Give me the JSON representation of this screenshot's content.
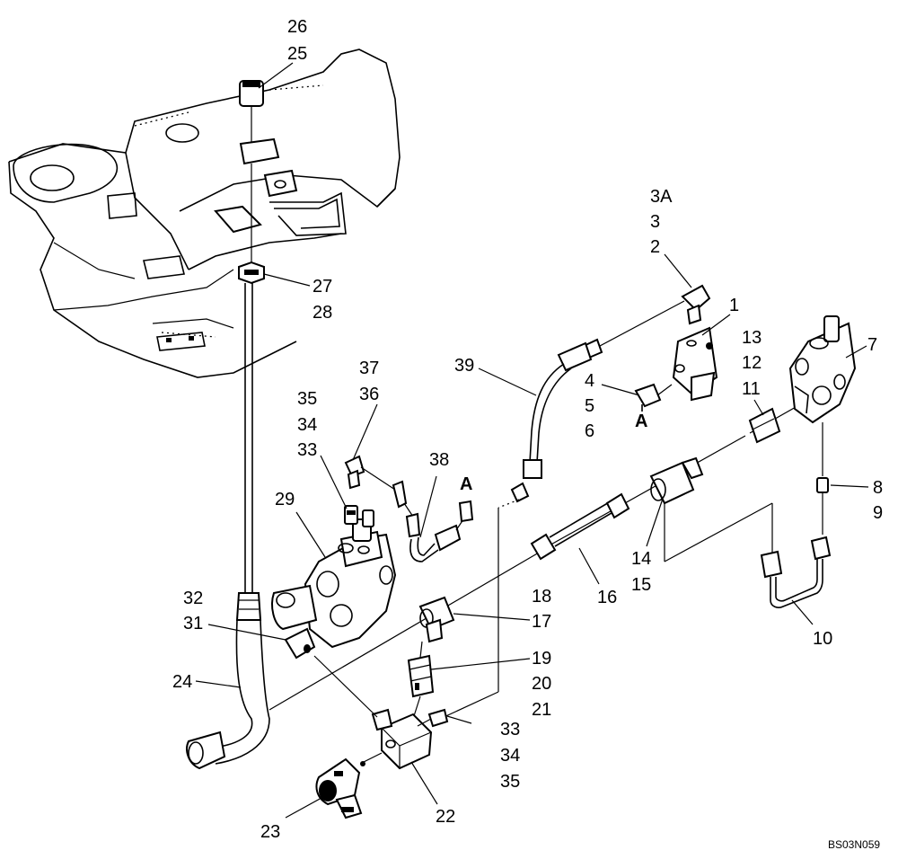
{
  "diagram_code": "BS03N059",
  "callouts": {
    "c1": "1",
    "c2": "2",
    "c3": "3",
    "c3a": "3A",
    "c4": "4",
    "c5": "5",
    "c6": "6",
    "c7": "7",
    "c8": "8",
    "c9": "9",
    "c10": "10",
    "c11": "11",
    "c12": "12",
    "c13": "13",
    "c14": "14",
    "c15": "15",
    "c16": "16",
    "c17": "17",
    "c18": "18",
    "c19": "19",
    "c20": "20",
    "c21": "21",
    "c22": "22",
    "c23": "23",
    "c24": "24",
    "c25": "25",
    "c26": "26",
    "c27": "27",
    "c28": "28",
    "c29": "29",
    "c31": "31",
    "c32": "32",
    "c33a": "33",
    "c34a": "34",
    "c35a": "35",
    "c33b": "33",
    "c34b": "34",
    "c35b": "35",
    "c36": "36",
    "c37": "37",
    "c38": "38",
    "c39": "39"
  },
  "ref_markers": {
    "a1": "A",
    "a2": "A"
  }
}
